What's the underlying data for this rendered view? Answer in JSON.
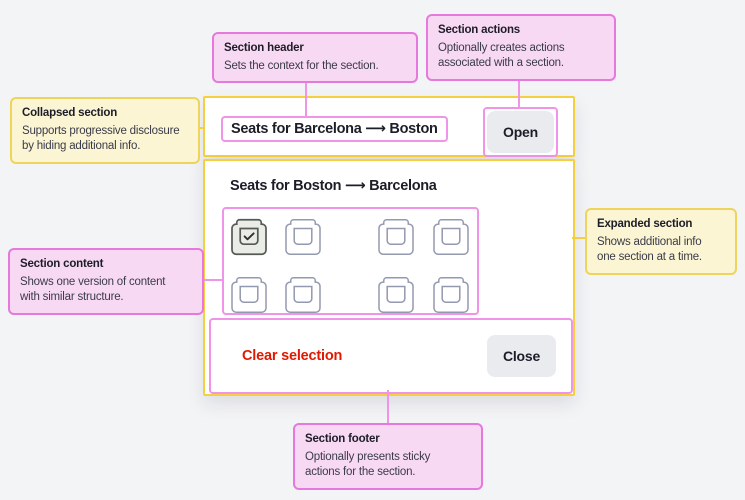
{
  "annotations": {
    "section_header": {
      "title": "Section header",
      "body": "Sets the context for the section."
    },
    "section_actions": {
      "title": "Section actions",
      "body": "Optionally creates actions\nassociated with a section."
    },
    "collapsed_section": {
      "title": "Collapsed section",
      "body": "Supports progressive disclosure\nby hiding additional info."
    },
    "section_content": {
      "title": "Section content",
      "body": "Shows one version of content\nwith similar structure."
    },
    "expanded_section": {
      "title": "Expanded section",
      "body": "Shows additional info\none section at a time."
    },
    "section_footer": {
      "title": "Section footer",
      "body": "Optionally presents sticky\nactions for the section."
    }
  },
  "card": {
    "collapsed": {
      "header": "Seats for Barcelona ⟶ Boston",
      "action_label": "Open"
    },
    "expanded": {
      "header": "Seats for Boston ⟶ Barcelona",
      "seats": {
        "rows": [
          [
            "selected",
            "available",
            "available",
            "available"
          ],
          [
            "available",
            "available",
            "available",
            "available"
          ]
        ],
        "aisle_after_column": 2
      },
      "footer": {
        "clear_label": "Clear selection",
        "close_label": "Close"
      }
    }
  },
  "colors": {
    "page_bg": "#f3f4f6",
    "card_bg": "#ffffff",
    "pink_border": "#e678de",
    "pink_fill": "#f8d9f3",
    "pink_marker": "#ef94e8",
    "yellow_border": "#eed45c",
    "yellow_fill": "#fbf5d3",
    "yellow_marker": "#f4cf3f",
    "button_bg": "#e9ebee",
    "text_dark": "#1d1d29",
    "text_body": "#3a3b49",
    "red": "#e11900",
    "seat_stroke": "#9399af",
    "seat_selected_stroke": "#555a55",
    "seat_selected_fill": "#eaece7",
    "check": "#2f332e"
  }
}
